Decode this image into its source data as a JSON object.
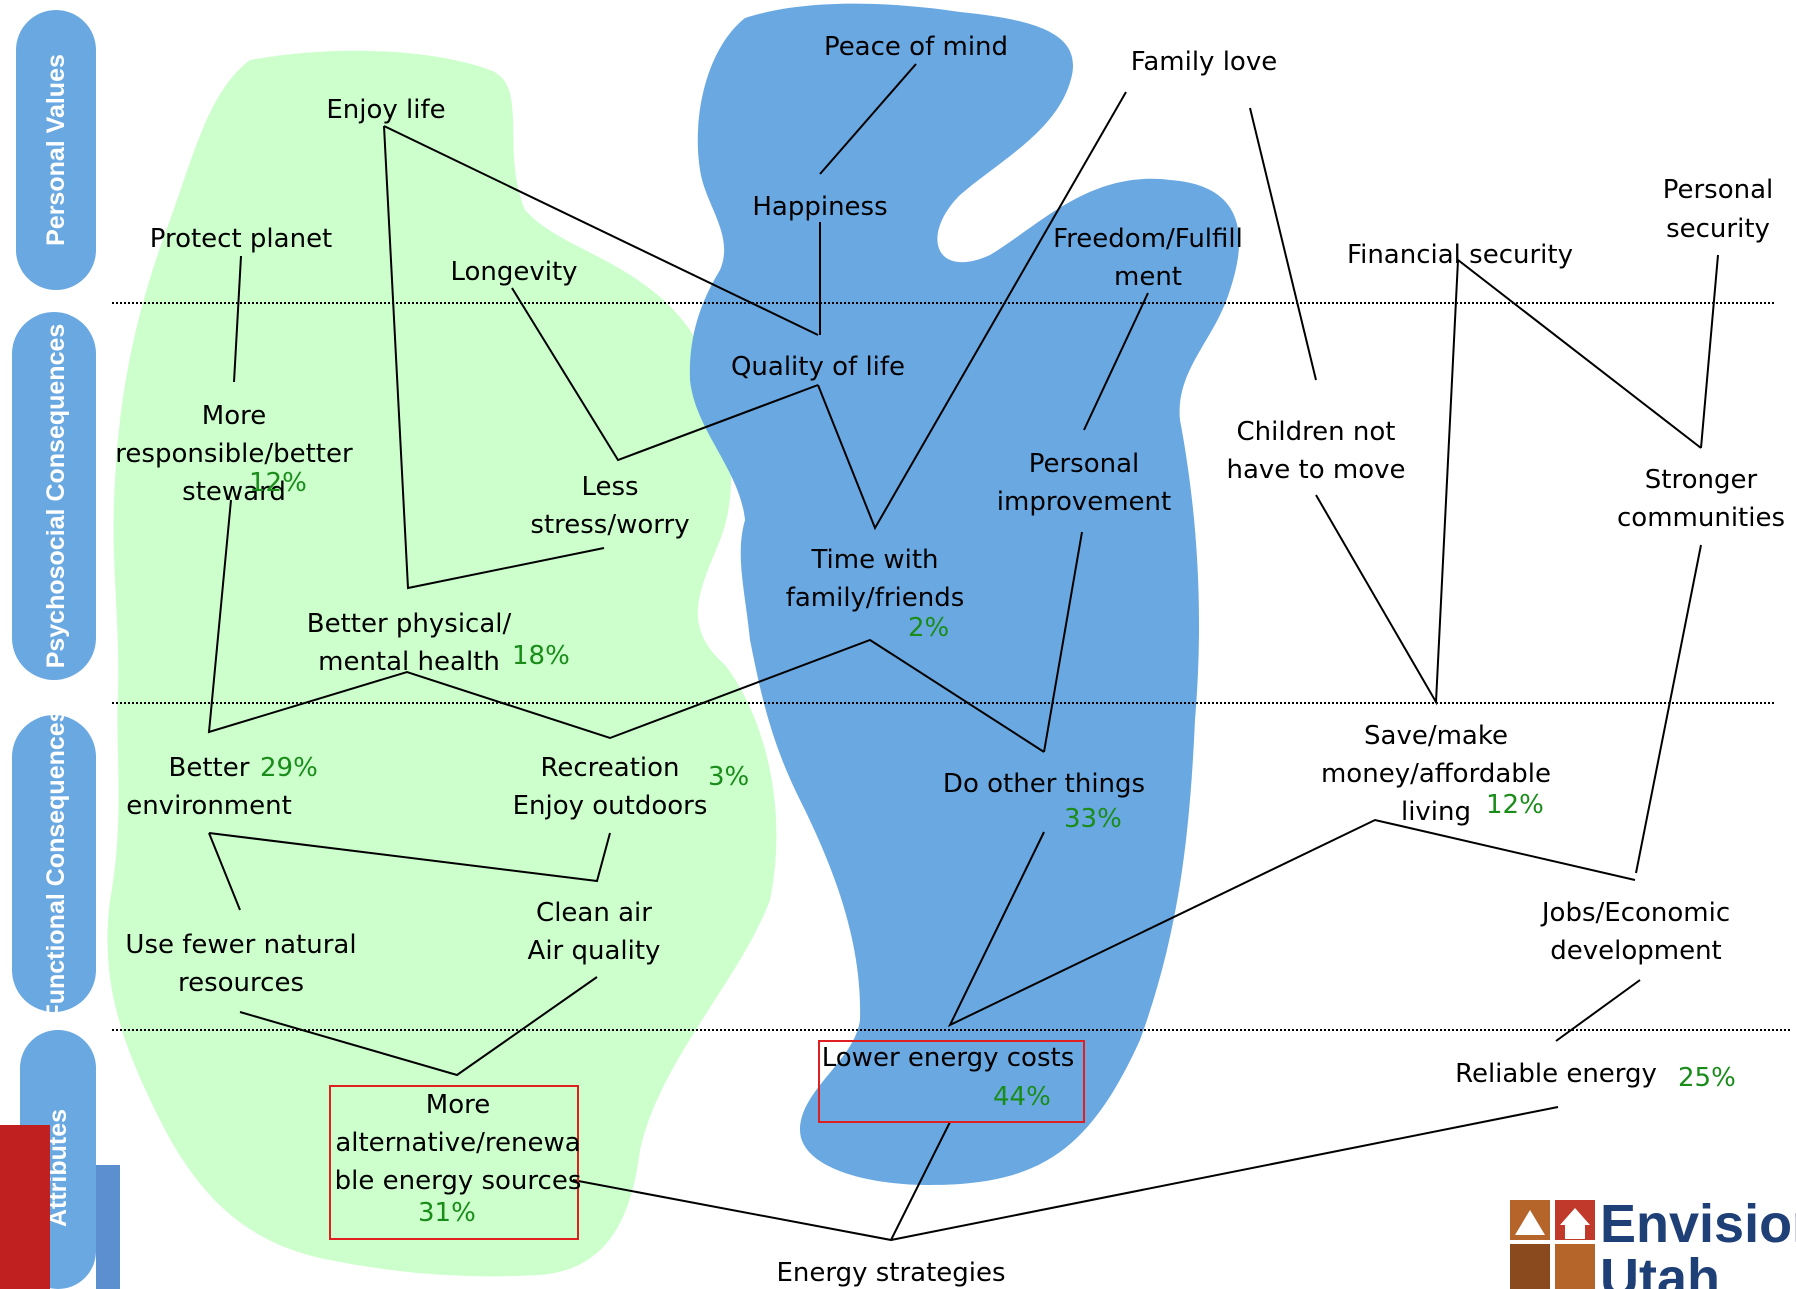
{
  "levels": {
    "personal_values": "Personal Values",
    "psychosocial": "Psychosocial Consequences",
    "functional": "Functional Consequences",
    "attributes": "Attributes"
  },
  "nodes": {
    "peace_of_mind": "Peace of mind",
    "family_love": "Family love",
    "enjoy_life": "Enjoy life",
    "happiness": "Happiness",
    "personal_security_1": "Personal",
    "personal_security_2": "security",
    "protect_planet": "Protect planet",
    "freedom_1": "Freedom/Fulfill",
    "freedom_2": "ment",
    "financial_security": "Financial security",
    "longevity": "Longevity",
    "quality_of_life": "Quality of life",
    "more_responsible_1": "More",
    "more_responsible_2": "responsible/better",
    "more_responsible_3": "steward",
    "children_1": "Children not",
    "children_2": "have to move",
    "personal_improvement_1": "Personal",
    "personal_improvement_2": "improvement",
    "stronger_1": "Stronger",
    "stronger_2": "communities",
    "less_stress_1": "Less",
    "less_stress_2": "stress/worry",
    "time_family_1": "Time with",
    "time_family_2": "family/friends",
    "better_health_1": "Better physical/",
    "better_health_2": "mental health",
    "save_money_1": "Save/make",
    "save_money_2": "money/affordable",
    "save_money_3": "living",
    "better_env_1": "Better",
    "better_env_2": "environment",
    "recreation_1": "Recreation",
    "recreation_2": "Enjoy outdoors",
    "do_other_things": "Do other things",
    "jobs_1": "Jobs/Economic",
    "jobs_2": "development",
    "clean_air_1": "Clean air",
    "clean_air_2": "Air quality",
    "fewer_resources_1": "Use fewer natural",
    "fewer_resources_2": "resources",
    "lower_energy_costs": "Lower energy costs",
    "reliable_energy": "Reliable energy",
    "alt_energy_1": "More",
    "alt_energy_2": "alternative/renewa",
    "alt_energy_3": "ble energy sources",
    "energy_strategies": "Energy strategies"
  },
  "percentages": {
    "more_responsible": "12%",
    "time_family": "2%",
    "better_health": "18%",
    "better_env": "29%",
    "recreation": "3%",
    "do_other_things": "33%",
    "save_money": "12%",
    "lower_energy_costs": "44%",
    "reliable_energy": "25%",
    "alt_energy": "31%"
  },
  "logo": {
    "line1": "Envision",
    "line2": "Utah"
  },
  "colors": {
    "level_pill": "#6aa8e2",
    "green_region": "#ccffcc",
    "blue_region": "#6aa8e2",
    "percent_text": "#1a8c1a",
    "highlight_box": "#e02020"
  }
}
